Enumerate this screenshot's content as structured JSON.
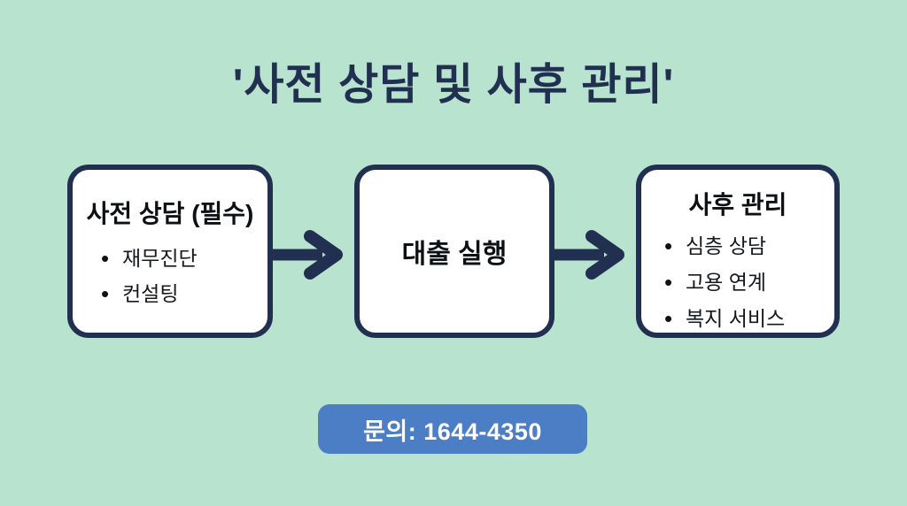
{
  "title": "'사전 상담 및 사후 관리'",
  "flow": {
    "boxes": [
      {
        "id": "pre-consultation",
        "heading": "사전 상담 (필수)",
        "items": [
          "재무진단",
          "컨설팅"
        ]
      },
      {
        "id": "loan-execution",
        "heading": "대출 실행",
        "items": []
      },
      {
        "id": "post-management",
        "heading": "사후 관리",
        "items": [
          "심층 상담",
          "고용 연계",
          "복지 서비스"
        ]
      }
    ],
    "arrow_icon": "arrow-right"
  },
  "footer": {
    "contact_label": "문의: 1644-4350"
  },
  "colors": {
    "background": "#b8e4cf",
    "navy": "#212f50",
    "box_fill": "#ffffff",
    "box_text": "#15181c",
    "button_blue": "#4c7ec5",
    "button_text": "#ffffff"
  }
}
